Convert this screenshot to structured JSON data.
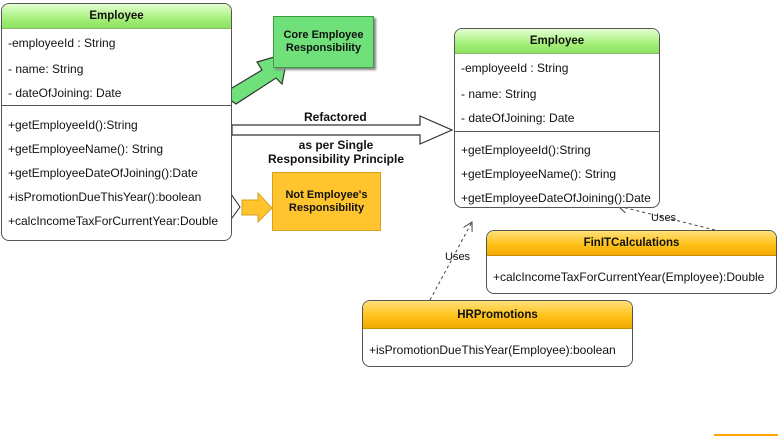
{
  "original_class": {
    "name": "Employee",
    "attributes": [
      "-employeeId : String",
      "- name: String",
      "- dateOfJoining: Date"
    ],
    "methods": [
      "+getEmployeeId():String",
      "+getEmployeeName(): String",
      "+getEmployeeDateOfJoining():Date",
      "+isPromotionDueThisYear():boolean",
      "+calcIncomeTaxForCurrentYear:Double"
    ]
  },
  "core_note": "Core Employee Responsibility",
  "not_note": "Not Employee's Responsibility",
  "refactor_label": "Refactored",
  "refactor_sublabel": "as per Single Responsibility Principle",
  "refactored_class": {
    "name": "Employee",
    "attributes": [
      "-employeeId : String",
      "- name: String",
      "- dateOfJoining: Date"
    ],
    "methods": [
      "+getEmployeeId():String",
      "+getEmployeeName(): String",
      "+getEmployeeDateOfJoining():Date"
    ]
  },
  "finit_class": {
    "name": "FinITCalculations",
    "methods": [
      "+calcIncomeTaxForCurrentYear(Employee):Double"
    ]
  },
  "hr_class": {
    "name": "HRPromotions",
    "methods": [
      "+isPromotionDueThisYear(Employee):boolean"
    ]
  },
  "uses_label_finit": "Uses",
  "uses_label_hr": "Uses",
  "colors": {
    "green_header": "#a6f07c",
    "orange_header": "#ffc21a",
    "core_note_fill": "#6fe07a",
    "not_note_fill": "#ffc42e"
  }
}
